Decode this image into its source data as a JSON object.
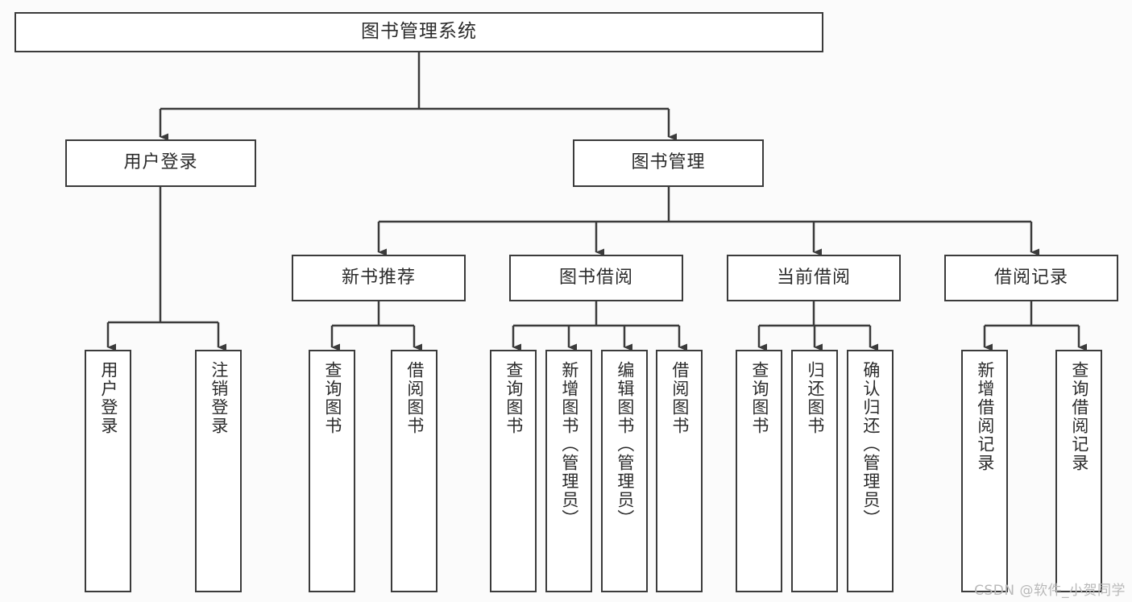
{
  "diagram": {
    "title": "图书管理系统",
    "type": "functional-structure-tree",
    "watermark": "CSDN @软件_小贺同学",
    "colors": {
      "background": "#fbfbfb",
      "node_fill": "#ffffff",
      "node_border": "#3b3b3b",
      "text": "#2b2b2b",
      "connector": "#3b3b3b",
      "watermark": "#b9b9b9"
    },
    "root": {
      "label": "图书管理系统"
    },
    "level2": [
      {
        "label": "用户登录"
      },
      {
        "label": "图书管理"
      }
    ],
    "level3": [
      {
        "label": "新书推荐"
      },
      {
        "label": "图书借阅"
      },
      {
        "label": "当前借阅"
      },
      {
        "label": "借阅记录"
      }
    ],
    "leaves": {
      "user_login": [
        {
          "label": "用户登录"
        },
        {
          "label": "注销登录"
        }
      ],
      "new_book_recommend": [
        {
          "label": "查询图书"
        },
        {
          "label": "借阅图书"
        }
      ],
      "book_borrow": [
        {
          "label": "查询图书"
        },
        {
          "label": "新增图书（管理员）"
        },
        {
          "label": "编辑图书（管理员）"
        },
        {
          "label": "借阅图书"
        }
      ],
      "current_borrow": [
        {
          "label": "查询图书"
        },
        {
          "label": "归还图书"
        },
        {
          "label": "确认归还（管理员）"
        }
      ],
      "borrow_record": [
        {
          "label": "新增借阅记录"
        },
        {
          "label": "查询借阅记录"
        }
      ]
    }
  }
}
